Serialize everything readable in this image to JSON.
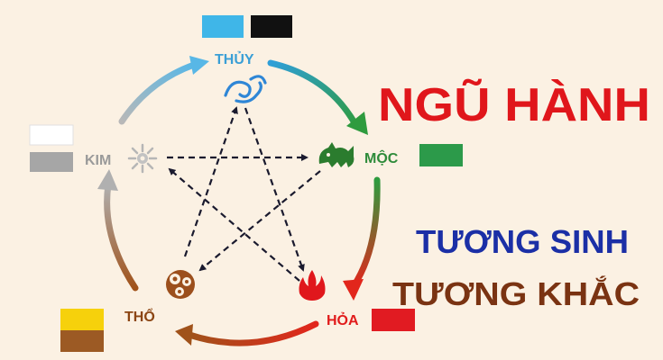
{
  "title": {
    "text": "NGŨ HÀNH",
    "color": "#e0161b"
  },
  "subtitle1": {
    "text": "TƯƠNG SINH",
    "color": "#1b2fa6"
  },
  "subtitle2": {
    "text": "TƯƠNG KHẮC",
    "color": "#7a3312"
  },
  "elements": {
    "thuy": {
      "label": "THỦY",
      "color": "#3a9fd6",
      "icon": "water-cloud-icon",
      "swatches": [
        "#3fb6e8",
        "#111111"
      ]
    },
    "moc": {
      "label": "MỘC",
      "color": "#2e8b3a",
      "icon": "wood-dragon-icon",
      "swatches": [
        "#2c9a4a"
      ]
    },
    "hoa": {
      "label": "HỎA",
      "color": "#e11b1b",
      "icon": "fire-icon",
      "swatches": [
        "#e11b22"
      ]
    },
    "tho": {
      "label": "THỔ",
      "color": "#8b4513",
      "icon": "earth-swirl-icon",
      "swatches": [
        "#f6d10c",
        "#9c5a24"
      ]
    },
    "kim": {
      "label": "KIM",
      "color": "#9a9a9a",
      "icon": "metal-star-icon",
      "swatches": [
        "#ffffff",
        "#a6a6a6"
      ]
    }
  }
}
